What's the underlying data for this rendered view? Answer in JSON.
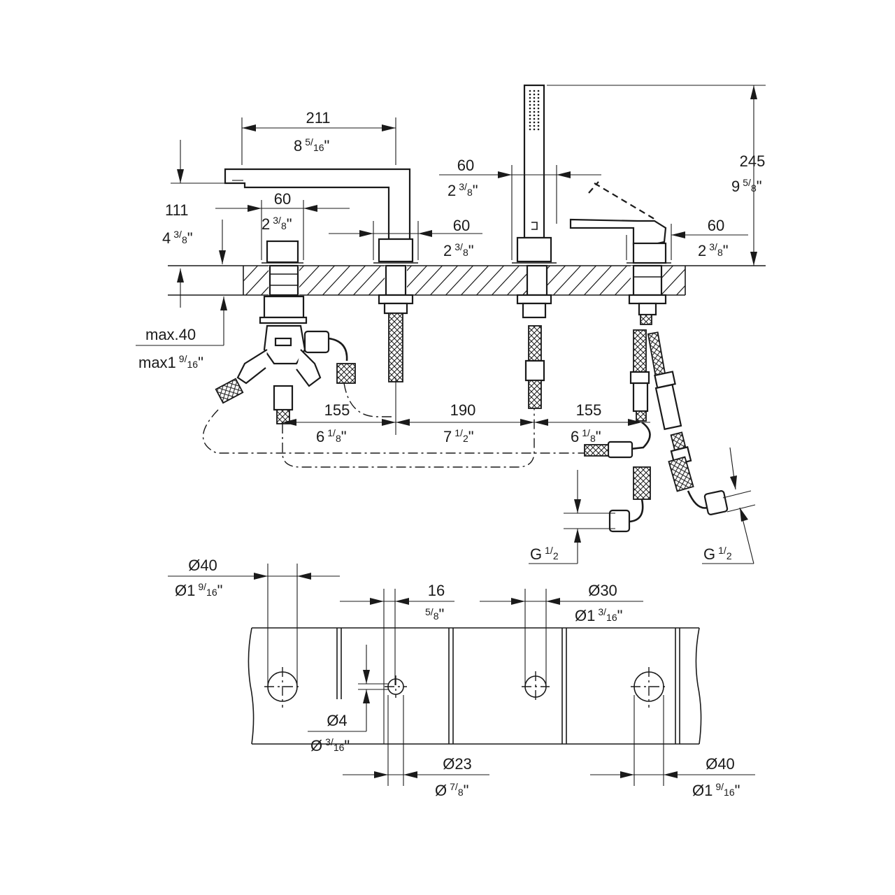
{
  "dimensions": {
    "spout_reach": {
      "metric": "211",
      "imperial": "8",
      "imperial_num": "5",
      "imperial_den": "16"
    },
    "spout_height": {
      "metric": "111",
      "imperial": "4",
      "imperial_num": "3",
      "imperial_den": "8"
    },
    "handle_left": {
      "metric": "60",
      "imperial": "2",
      "imperial_num": "3",
      "imperial_den": "8"
    },
    "spout_base": {
      "metric": "60",
      "imperial": "2",
      "imperial_num": "3",
      "imperial_den": "8"
    },
    "shower_base": {
      "metric": "60",
      "imperial": "2",
      "imperial_num": "3",
      "imperial_den": "8"
    },
    "lever_right": {
      "metric": "60",
      "imperial": "2",
      "imperial_num": "3",
      "imperial_den": "8"
    },
    "shower_height": {
      "metric": "245",
      "imperial": "9",
      "imperial_num": "5",
      "imperial_den": "8"
    },
    "deck_max": {
      "metric": "max.40",
      "imperial": "max1",
      "imperial_num": "9",
      "imperial_den": "16"
    },
    "spacing_left": {
      "metric": "155",
      "imperial": "6",
      "imperial_num": "1",
      "imperial_den": "8"
    },
    "spacing_mid": {
      "metric": "190",
      "imperial": "7",
      "imperial_num": "1",
      "imperial_den": "2"
    },
    "spacing_right": {
      "metric": "155",
      "imperial": "6",
      "imperial_num": "1",
      "imperial_den": "8"
    },
    "thread_left": {
      "label": "G",
      "num": "1",
      "den": "2"
    },
    "thread_right": {
      "label": "G",
      "num": "1",
      "den": "2"
    },
    "hole_40_left": {
      "metric": "Ø40",
      "imperial": "Ø1",
      "imperial_num": "9",
      "imperial_den": "16"
    },
    "slot_16": {
      "metric": "16",
      "imperial_num": "5",
      "imperial_den": "8"
    },
    "hole_30": {
      "metric": "Ø30",
      "imperial": "Ø1",
      "imperial_num": "3",
      "imperial_den": "16"
    },
    "hole_4": {
      "metric": "Ø4",
      "imperial": "Ø",
      "imperial_num": "3",
      "imperial_den": "16"
    },
    "hole_23": {
      "metric": "Ø23",
      "imperial": "Ø",
      "imperial_num": "7",
      "imperial_den": "8"
    },
    "hole_40_right": {
      "metric": "Ø40",
      "imperial": "Ø1",
      "imperial_num": "9",
      "imperial_den": "16"
    }
  }
}
